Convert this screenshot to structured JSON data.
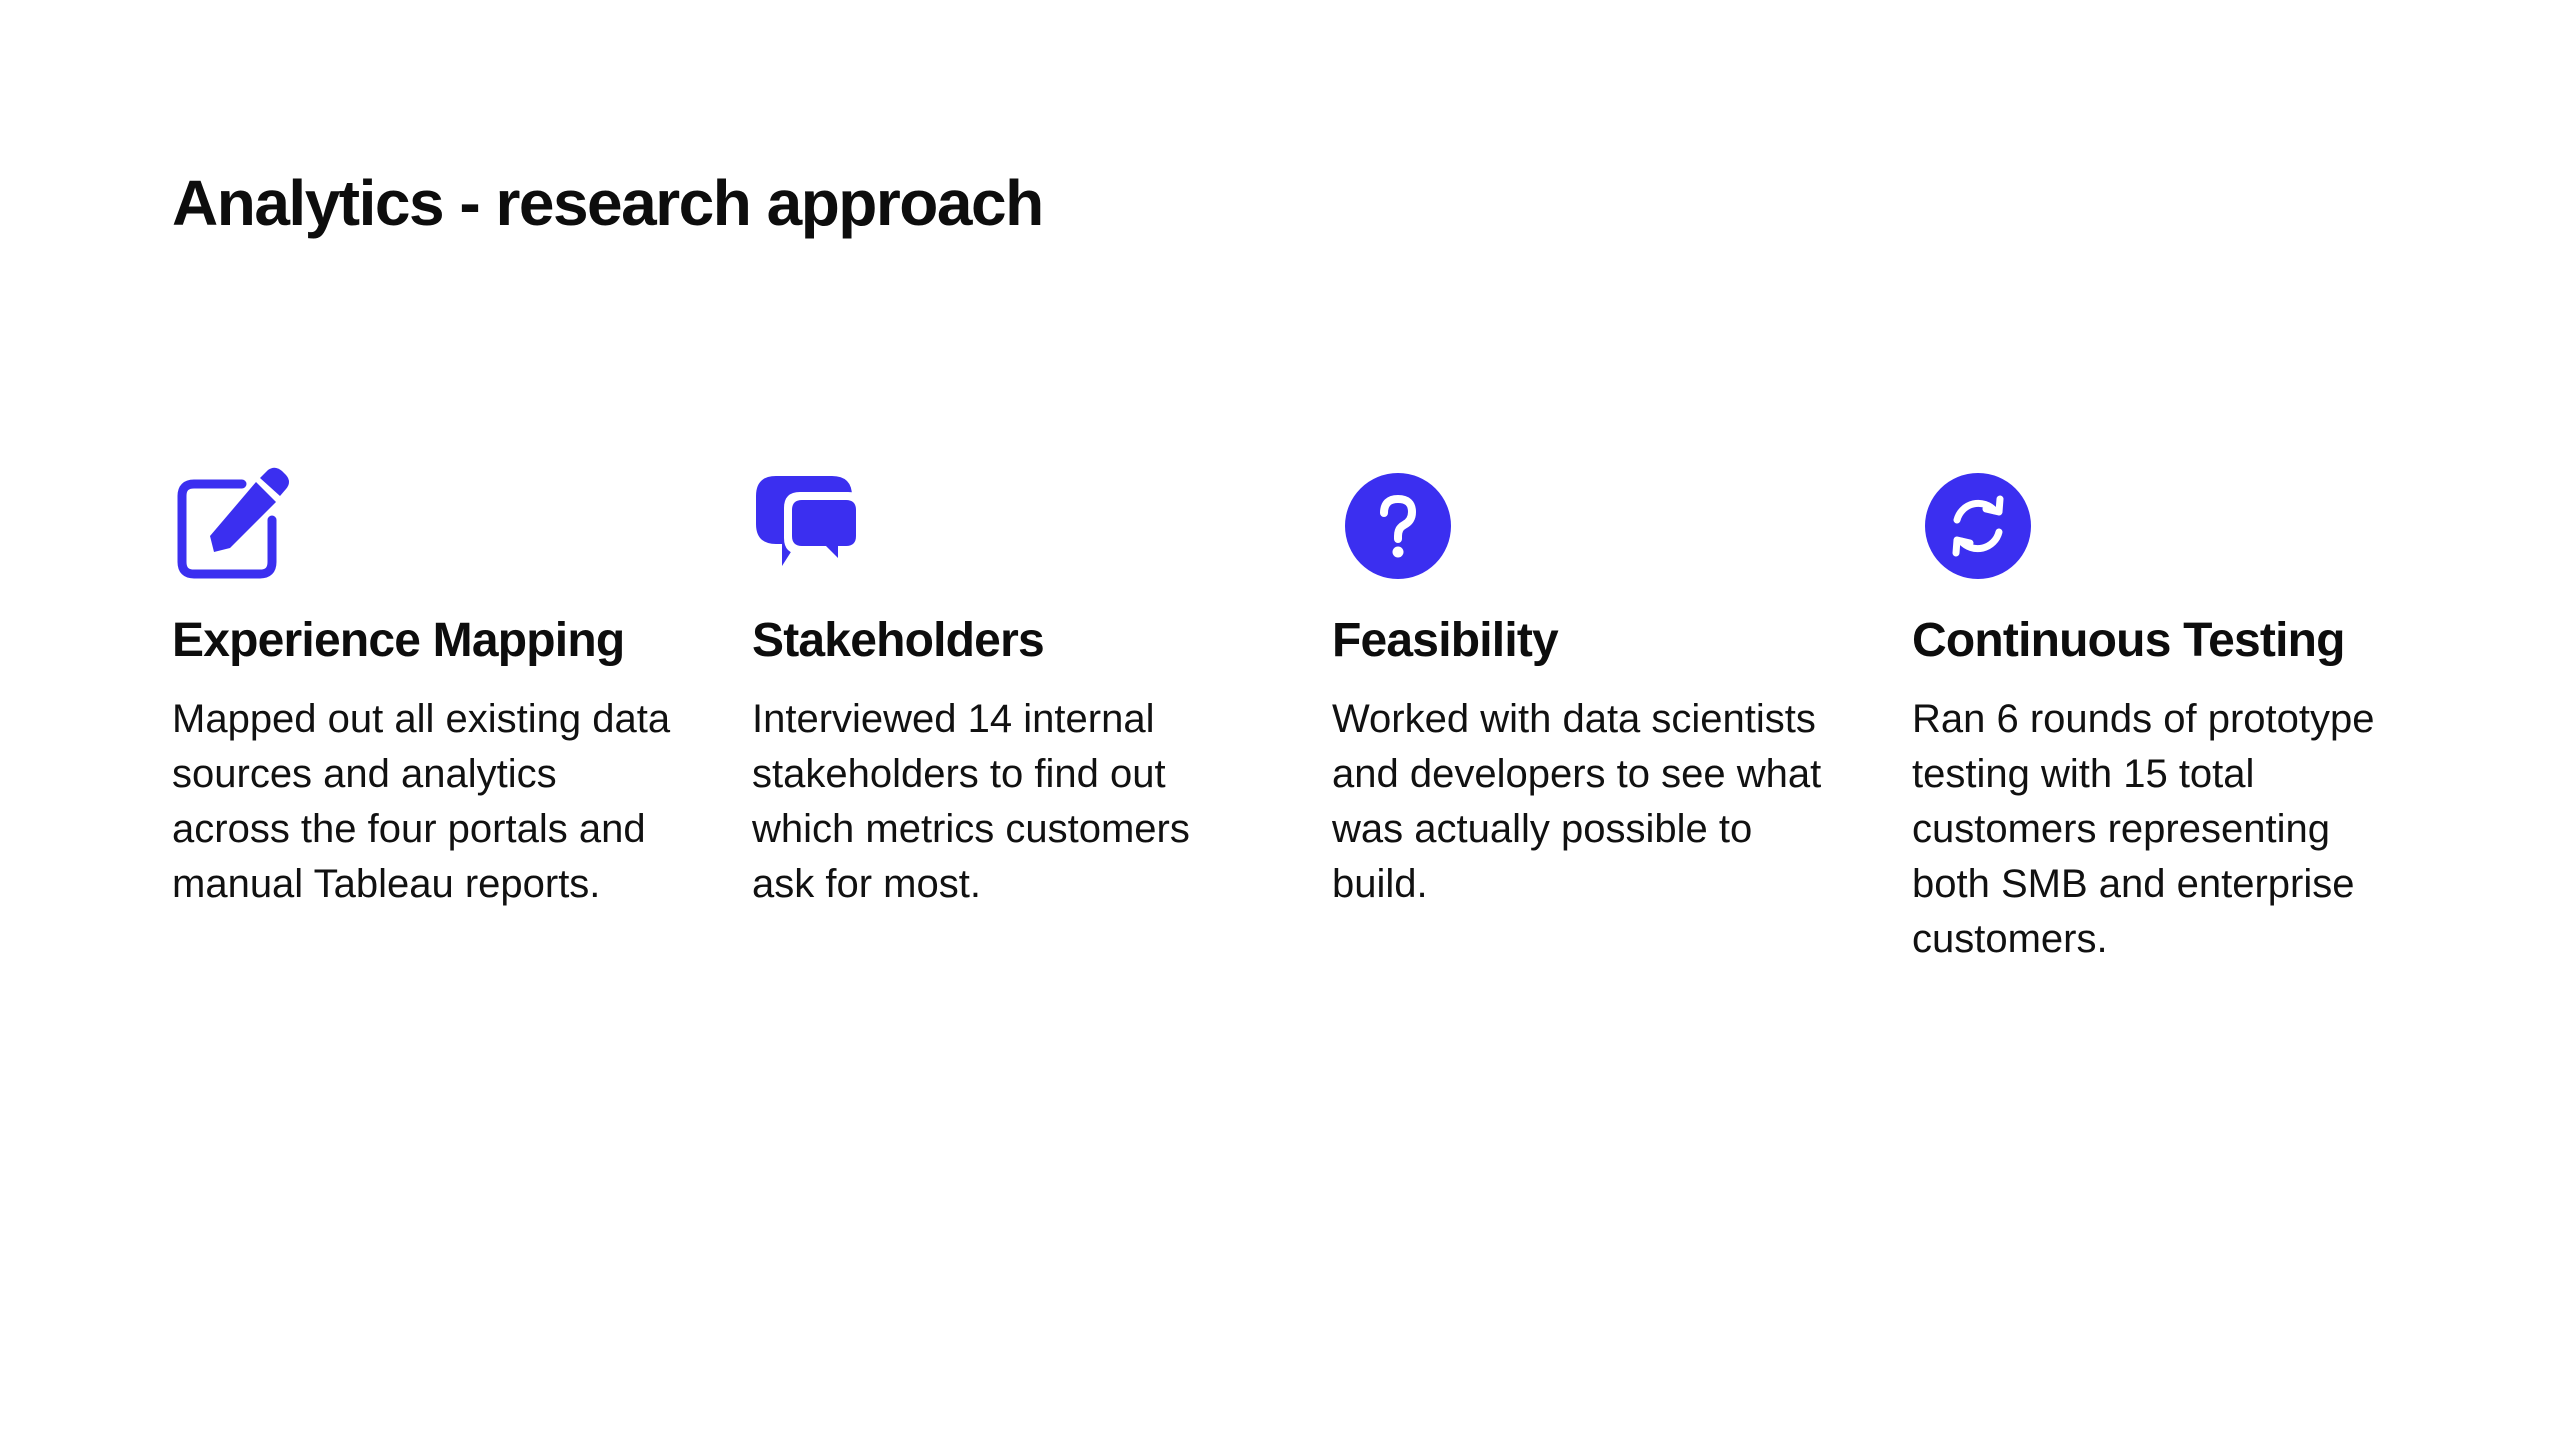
{
  "title": "Analytics - research approach",
  "colors": {
    "accent": "#3b2ff0",
    "text": "#0d0d0d",
    "background": "#ffffff"
  },
  "columns": [
    {
      "icon": "edit-icon",
      "heading": "Experience Mapping",
      "body": "Mapped out all existing data sources and analytics across the four portals and manual Tableau reports."
    },
    {
      "icon": "chat-bubbles-icon",
      "heading": "Stakeholders",
      "body": "Interviewed 14 internal stakeholders to find out which metrics customers ask for most."
    },
    {
      "icon": "question-circle-icon",
      "heading": "Feasibility",
      "body": "Worked with data scientists and developers to see what was actually possible to build."
    },
    {
      "icon": "refresh-circle-icon",
      "heading": "Continuous Testing",
      "body": "Ran 6 rounds of prototype testing with 15 total customers representing both SMB and enterprise customers."
    }
  ]
}
